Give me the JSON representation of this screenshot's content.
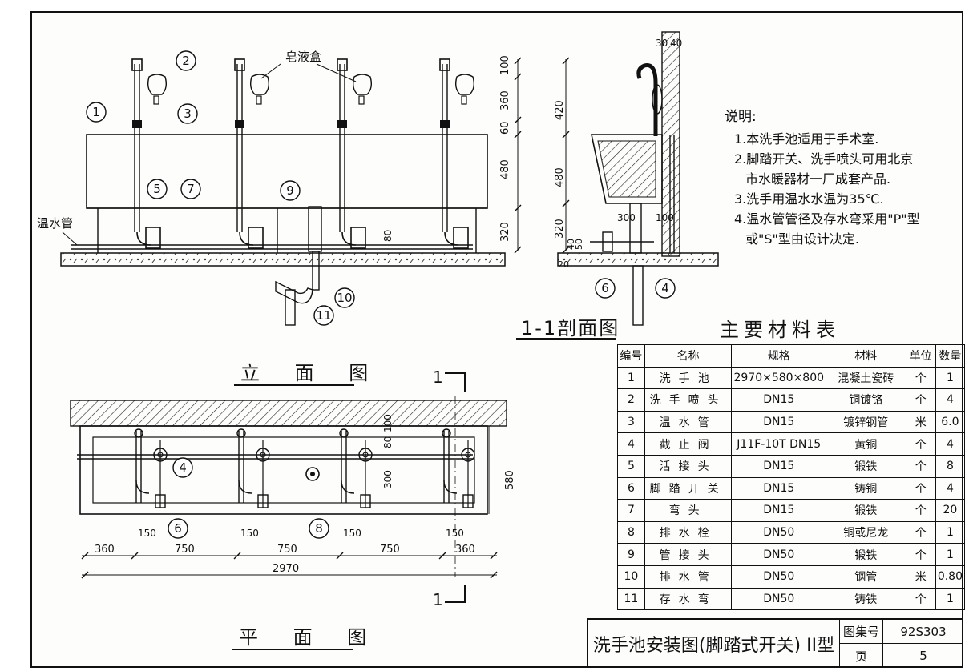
{
  "drawing_title": "洗手池安装图(脚踏式开关) II型",
  "atlas_label": "图集号",
  "atlas_no": "92S303",
  "page_label": "页",
  "page_no": "5",
  "views": {
    "elevation": "立 面 图",
    "plan": "平 面 图",
    "section": "1-1剖面图"
  },
  "labels": {
    "soap_box": "皂液盒",
    "warm_pipe": "温水管",
    "section_mark": "1"
  },
  "callouts": [
    "1",
    "2",
    "3",
    "4",
    "5",
    "6",
    "7",
    "8",
    "9",
    "10",
    "11"
  ],
  "dims": {
    "elev_v": [
      "100",
      "360",
      "60",
      "480",
      "320",
      "80"
    ],
    "sect_v": [
      "30",
      "40",
      "420",
      "480",
      "320",
      "40",
      "50"
    ],
    "sect_h": [
      "300",
      "100",
      "20"
    ],
    "plan_v": [
      "80",
      "300",
      "100",
      "580"
    ],
    "plan_h": [
      "150",
      "150",
      "150",
      "150",
      "360",
      "750",
      "750",
      "750",
      "360",
      "2970"
    ]
  },
  "notes": {
    "title": "说明:",
    "items": [
      "1.本洗手池适用于手术室.",
      "2.脚踏开关、洗手喷头可用北京",
      "市水暖器材一厂成套产品.",
      "3.洗手用温水水温为35℃.",
      "4.温水管管径及存水弯采用\"P\"型",
      "或\"S\"型由设计决定."
    ]
  },
  "materials": {
    "title": "主要材料表",
    "headers": [
      "编号",
      "名称",
      "规格",
      "材料",
      "单位",
      "数量"
    ],
    "rows": [
      [
        "1",
        "洗手池",
        "2970×580×800",
        "混凝土瓷砖",
        "个",
        "1"
      ],
      [
        "2",
        "洗手喷头",
        "DN15",
        "铜镀铬",
        "个",
        "4"
      ],
      [
        "3",
        "温水管",
        "DN15",
        "镀锌钢管",
        "米",
        "6.0"
      ],
      [
        "4",
        "截止阀",
        "J11F-10T DN15",
        "黄铜",
        "个",
        "4"
      ],
      [
        "5",
        "活接头",
        "DN15",
        "锻铁",
        "个",
        "8"
      ],
      [
        "6",
        "脚踏开关",
        "DN15",
        "铸铜",
        "个",
        "4"
      ],
      [
        "7",
        "弯头",
        "DN15",
        "锻铁",
        "个",
        "20"
      ],
      [
        "8",
        "排水栓",
        "DN50",
        "铜或尼龙",
        "个",
        "1"
      ],
      [
        "9",
        "管接头",
        "DN50",
        "锻铁",
        "个",
        "1"
      ],
      [
        "10",
        "排水管",
        "DN50",
        "钢管",
        "米",
        "0.80"
      ],
      [
        "11",
        "存水弯",
        "DN50",
        "铸铁",
        "个",
        "1"
      ]
    ]
  }
}
